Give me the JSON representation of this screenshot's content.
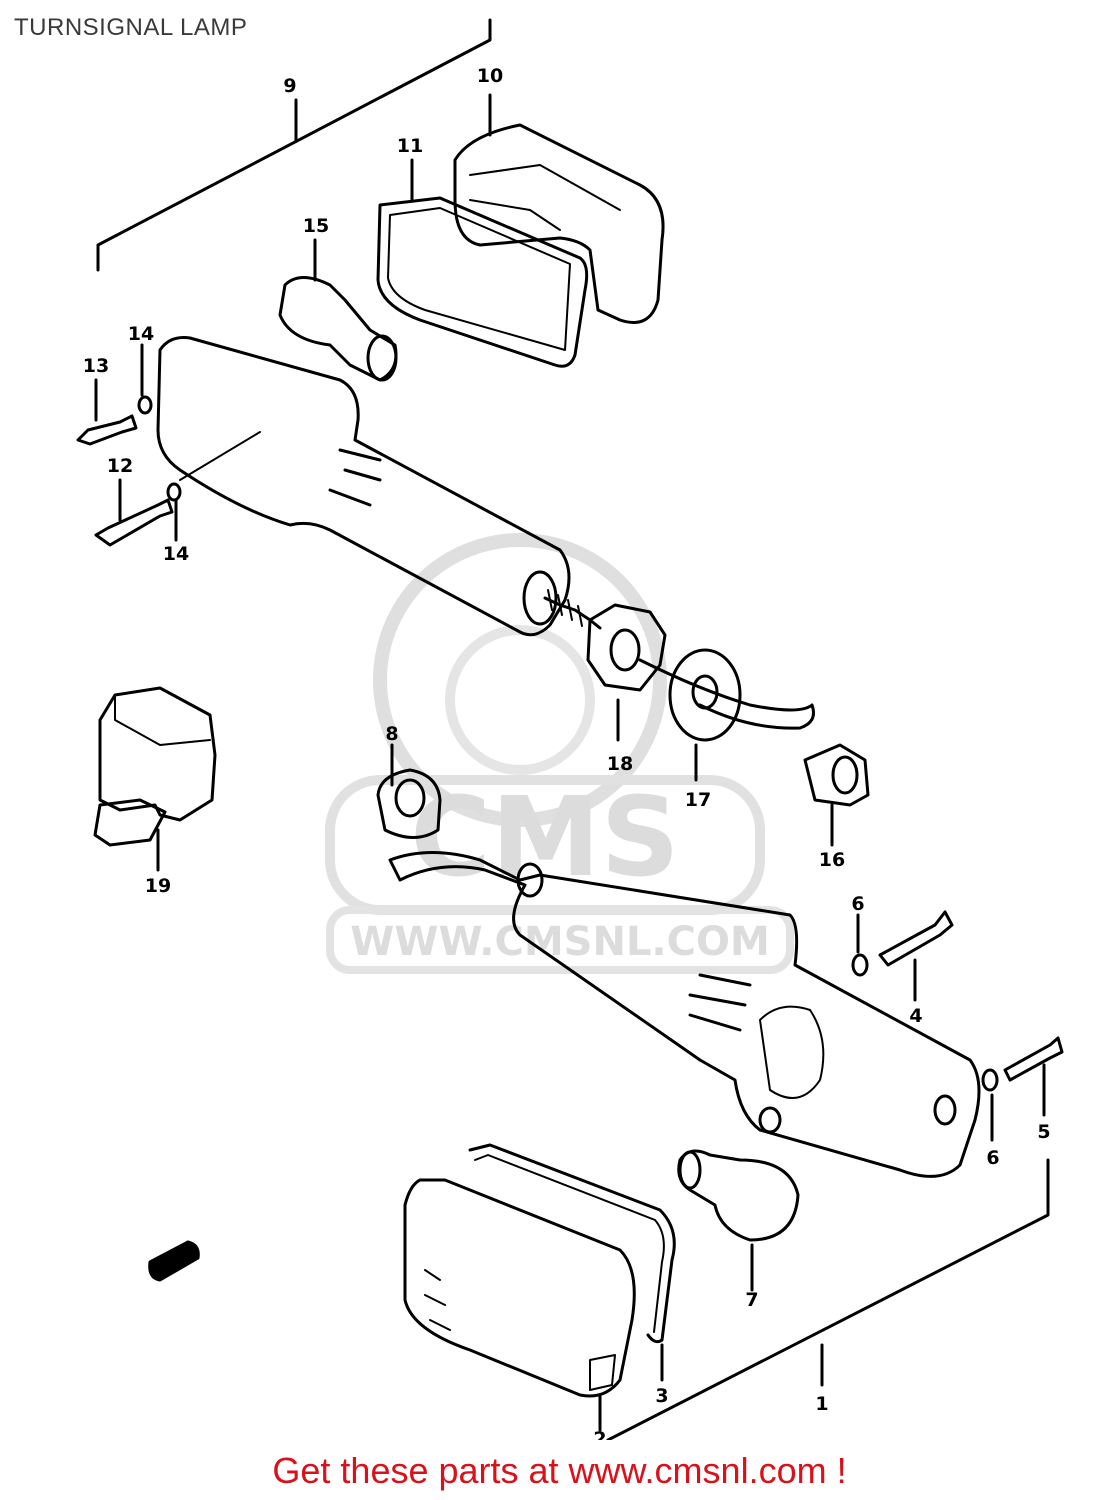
{
  "page": {
    "title": "TURNSIGNAL LAMP",
    "footer_text": "Get these parts at www.cmsnl.com !"
  },
  "watermark": {
    "brand": "CMS",
    "url": "WWW.CMSNL.COM"
  },
  "callouts": [
    "1",
    "2",
    "3",
    "4",
    "5",
    "6",
    "6",
    "7",
    "8",
    "9",
    "10",
    "11",
    "12",
    "13",
    "14",
    "14",
    "15",
    "16",
    "17",
    "18",
    "19"
  ],
  "colors": {
    "line": "#000000",
    "footer": "#d8121a",
    "watermark": "#d9d9d9",
    "title": "#3a3a3a"
  }
}
